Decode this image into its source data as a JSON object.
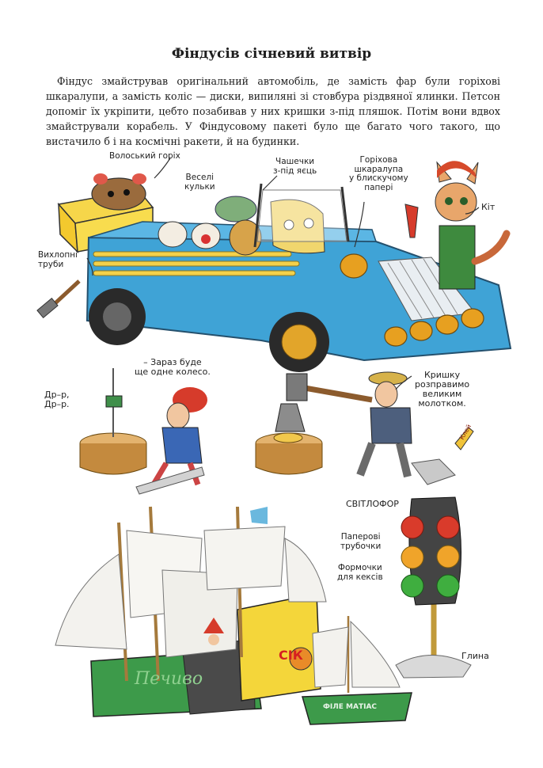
{
  "title": "Фіндусів січневий витвір",
  "paragraph": "Фіндус змайстрував оригінальний автомобіль, де замість фар були горіхові шкаралупи, а замість коліс — диски, випиляні зі стовбура різдвяної ялинки. Петсон допоміг їх укріпити, цебто позабивав у них кришки з-під пляшок. Потім вони вдвох змайстрували корабель. У Фіндусовому пакеті було ще багато чого такого, що вистачило б і на космічні ракети, й на будинки.",
  "labels": {
    "walnut": "Волоський горіх",
    "balls": [
      "Веселі",
      "кульки"
    ],
    "cups": [
      "Чашечки",
      "з-під яєць"
    ],
    "shell": [
      "Горіхова",
      "шкаралупа",
      "у блискучому",
      "папері"
    ],
    "cat": "Кіт",
    "exhaust": [
      "Вихлопні",
      "труби"
    ],
    "wheel": [
      "– Зараз буде",
      "ще одне колесо."
    ],
    "drr": [
      "Др–р,",
      "Др–р."
    ],
    "lid": [
      "Кришку",
      "розправимо",
      "великим",
      "молотком."
    ],
    "traffic_light": "СВІТЛОФОР",
    "paper_tubes": [
      "Паперові",
      "трубочки"
    ],
    "molds": [
      "Формочки",
      "для кексів"
    ],
    "clay": "Глина"
  },
  "signs": {
    "glue": "Клей",
    "box_text": "Печиво",
    "juice": "СІК",
    "boat": "ФІЛЕ МАТІАС"
  }
}
